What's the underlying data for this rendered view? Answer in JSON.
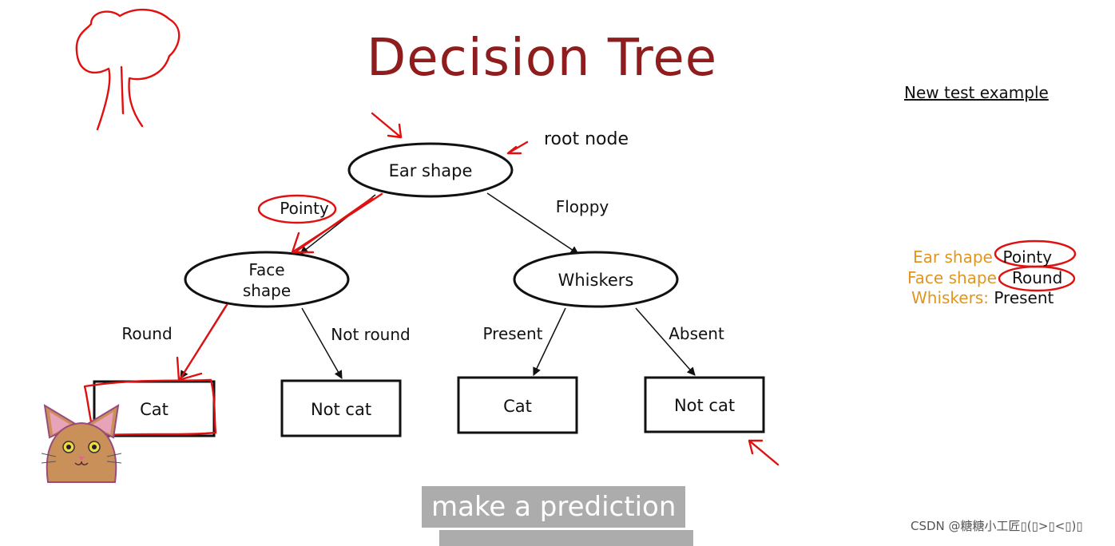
{
  "title": "Decision Tree",
  "annotations": {
    "root_label": "root node"
  },
  "tree": {
    "root": "Ear shape",
    "root_branches": [
      "Pointy",
      "Floppy"
    ],
    "left_node": [
      "Face",
      "shape"
    ],
    "left_branches": [
      "Round",
      "Not round"
    ],
    "right_node": "Whiskers",
    "right_branches": [
      "Present",
      "Absent"
    ],
    "leaves": [
      "Cat",
      "Not cat",
      "Cat",
      "Not cat"
    ]
  },
  "test_example": {
    "heading": "New test example",
    "features": [
      {
        "key": "Ear shape",
        "value": "Pointy"
      },
      {
        "key": "Face shape",
        "value": "Round"
      },
      {
        "key": "Whiskers:",
        "value": "Present"
      }
    ]
  },
  "caption": "make a prediction",
  "watermark": "CSDN @糖糖小工匠▯(▯>▯<▯)▯",
  "colors": {
    "title": "#8f1d1d",
    "ink": "#e01010",
    "feature_key": "#e0961e"
  }
}
